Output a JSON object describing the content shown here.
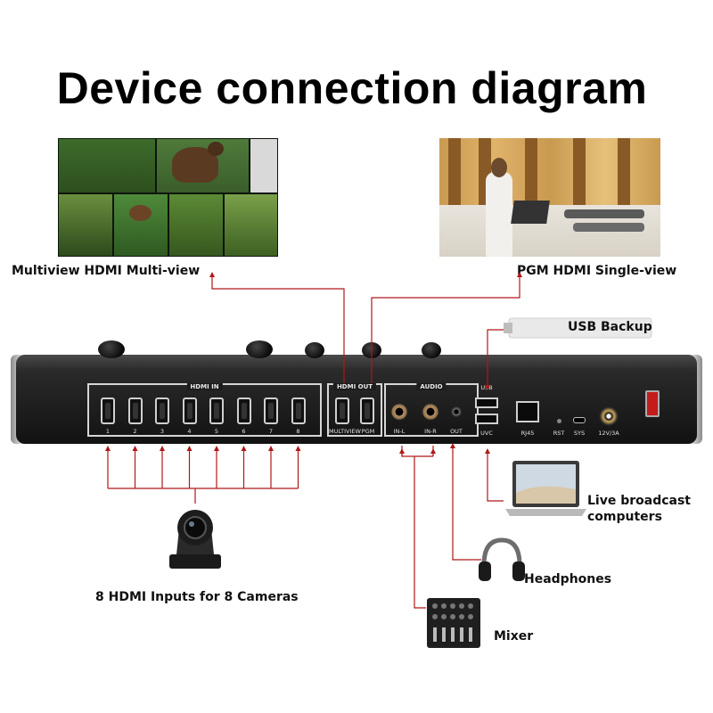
{
  "title": "Device connection diagram",
  "labels": {
    "multiview": "Multiview HDMI Multi-view",
    "pgm": "PGM HDMI Single-view",
    "usb_backup": "USB Backup",
    "live_line1": "Live broadcast",
    "live_line2": "computers",
    "headphones": "Headphones",
    "cameras": "8 HDMI Inputs for 8 Cameras",
    "mixer": "Mixer"
  },
  "device": {
    "hdmi_in_title": "HDMI IN",
    "hdmi_in_ports": [
      "1",
      "2",
      "3",
      "4",
      "5",
      "6",
      "7",
      "8"
    ],
    "hdmi_out_title": "HDMI OUT",
    "hdmi_out_ports": [
      "MULTIVIEW",
      "PGM"
    ],
    "audio_title": "AUDIO",
    "audio_ports": [
      "IN-L",
      "IN-R",
      "OUT"
    ],
    "usb_title": "USB",
    "uvc": "UVC",
    "rj45": "RJ45",
    "rst": "RST",
    "sys": "SYS",
    "power": "12V/3A"
  },
  "colors": {
    "arrow": "#b01818",
    "device_body": "#1b1b1b"
  },
  "icons": [
    "ptz-camera-icon",
    "laptop-icon",
    "headphones-icon",
    "mixer-icon",
    "usb-drive-icon"
  ]
}
